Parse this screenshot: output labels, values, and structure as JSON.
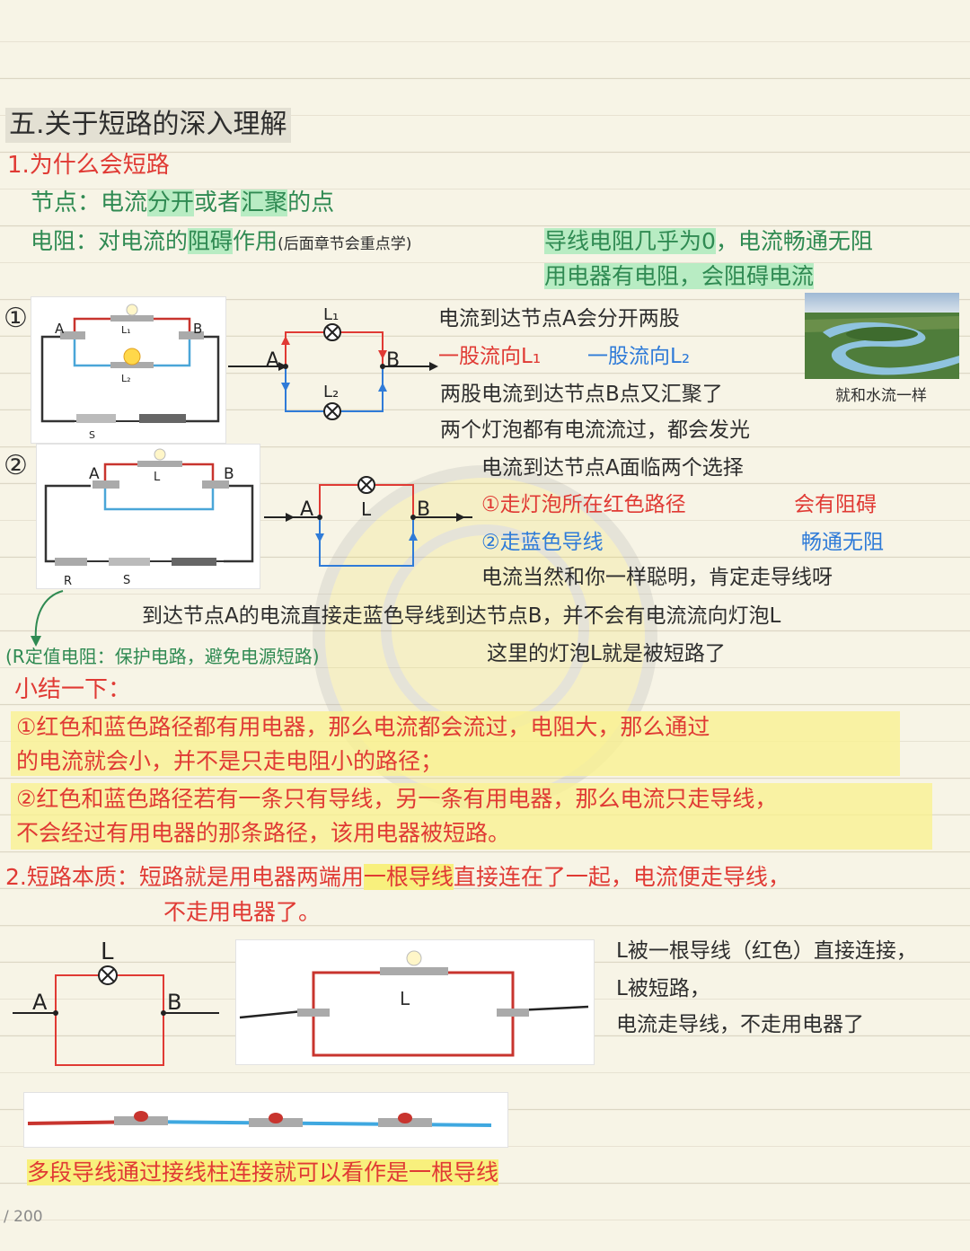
{
  "section_title": "五.关于短路的深入理解",
  "sub1": {
    "heading": "1.为什么会短路",
    "node_label": "节点：",
    "node_def_pre": "电流",
    "node_def_hl1": "分开",
    "node_def_mid": "或者",
    "node_def_hl2": "汇聚",
    "node_def_post": "的点",
    "res_label": "电阻：",
    "res_def_pre": "对电流的",
    "res_def_hl": "阻碍",
    "res_def_post": "作用",
    "res_note": "(后面章节会重点学)",
    "wire_note_hl": "导线电阻几乎为0",
    "wire_note_rest": "，电流畅通无阻",
    "appliance_note": "用电器有电阻，会阻碍电流"
  },
  "case1": {
    "num": "①",
    "line1": "电流到达节点A会分开两股",
    "line2a": "一股流向L₁",
    "line2b": "一股流向L₂",
    "line3": "两股电流到达节点B点又汇聚了",
    "line4": "两个灯泡都有电流流过，都会发光",
    "river_caption": "就和水流一样",
    "photo_labels": {
      "A": "A",
      "B": "B",
      "L1": "L₁",
      "L2": "L₂",
      "S": "S"
    },
    "diagram_labels": {
      "A": "A",
      "B": "B",
      "L1": "L₁",
      "L2": "L₂"
    }
  },
  "case2": {
    "num": "②",
    "line1": "电流到达节点A面临两个选择",
    "opt1": "①走灯泡所在红色路径",
    "opt1_result": "会有阻碍",
    "opt2": "②走蓝色导线",
    "opt2_result": "畅通无阻",
    "line4": "电流当然和你一样聪明，肯定走导线呀",
    "explain1": "到达节点A的电流直接走蓝色导线到达节点B，并不会有电流流向灯泡L",
    "explain2": "这里的灯泡L就是被短路了",
    "r_note": "(R定值电阻：保护电路，避免电源短路)",
    "photo_labels": {
      "A": "A",
      "B": "B",
      "L": "L",
      "R": "R",
      "S": "S"
    },
    "diagram_labels": {
      "A": "A",
      "B": "B",
      "L": "L"
    }
  },
  "summary": {
    "heading": "小结一下：",
    "p1_line1": "①红色和蓝色路径都有用电器，那么电流都会流过，电阻大，那么通过",
    "p1_line2": "的电流就会小，并不是只走电阻小的路径；",
    "p2_line1": "②红色和蓝色路径若有一条只有导线，另一条有用电器，那么电流只走导线，",
    "p2_line2": "不会经过有用电器的那条路径，该用电器被短路。"
  },
  "sub2": {
    "heading": "2.短路本质：",
    "text_pre": "短路就是用电器两端用",
    "text_hl": "一根导线",
    "text_post": "直接连在了一起，电流便走导线，",
    "text_line2": "不走用电器了。",
    "diagram_labels": {
      "A": "A",
      "B": "B",
      "L": "L"
    },
    "photo_label": "L",
    "note1": "L被一根导线（红色）直接连接，",
    "note2": "L被短路，",
    "note3": "电流走导线，不走用电器了"
  },
  "wire_note": "多段导线通过接线柱连接就可以看作是一根导线",
  "page_number": "/ 200",
  "colors": {
    "red": "#e03a34",
    "blue": "#2f7bd8",
    "green": "#2f8a52",
    "highlight_yellow": "#f8f07d",
    "highlight_green": "#b8ecc3"
  }
}
